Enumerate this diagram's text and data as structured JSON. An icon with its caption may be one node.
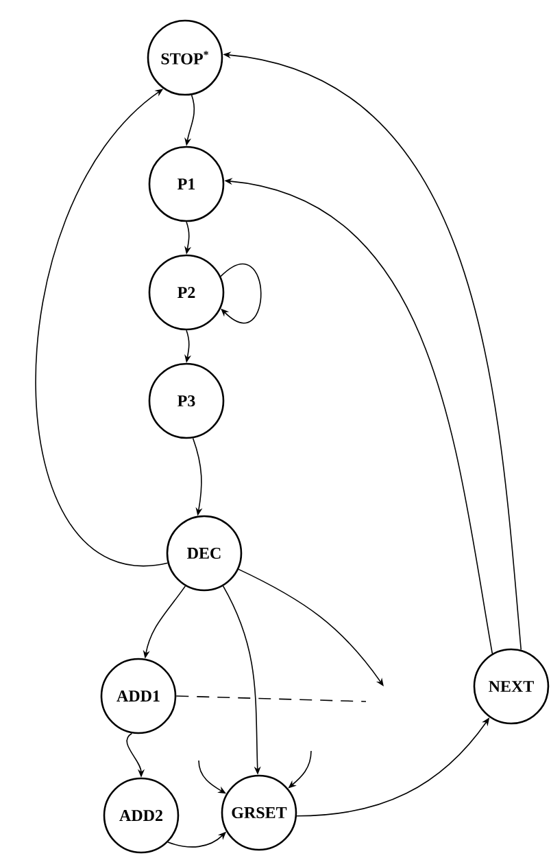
{
  "diagram": {
    "nodes": [
      {
        "text": [
          "STOP$^{*}$"
        ]
      },
      {
        "text": [
          "P1"
        ]
      },
      {
        "text": [
          "P2"
        ]
      },
      {
        "text": [
          "P3"
        ]
      },
      {
        "text": [
          "DEC"
        ]
      },
      {
        "text": [
          "ADD1"
        ]
      },
      {
        "text": [
          "ADD2"
        ]
      },
      {
        "text": [
          "GRSET"
        ]
      },
      {
        "text": [
          "NEXT"
        ]
      }
    ],
    "edges": [
      {
        "from": 0,
        "to": 1,
        "arrow": "to"
      },
      {
        "from": 1,
        "to": 2,
        "arrow": "to"
      },
      {
        "from": 2,
        "to": 2,
        "arrow": "to"
      },
      {
        "from": 2,
        "to": 3,
        "arrow": "to"
      },
      {
        "from": 3,
        "to": 4,
        "arrow": "to"
      },
      {
        "from": 4,
        "to": 0,
        "arrow": "to"
      },
      {
        "from": 4,
        "to": 5,
        "arrow": "to"
      },
      {
        "from": 4,
        "to": 7,
        "arrow": "to"
      },
      {
        "from": 4,
        "to": null,
        "arrow": "to"
      },
      {
        "from": 5,
        "to": 6,
        "arrow": "to"
      },
      {
        "from": 6,
        "to": 7,
        "arrow": "to"
      },
      {
        "from": null,
        "to": 7,
        "arrow": "to"
      },
      {
        "from": null,
        "to": 7,
        "arrow": "to"
      },
      {
        "from": 7,
        "to": 8,
        "arrow": "to"
      },
      {
        "from": 8,
        "to": 1,
        "arrow": "to"
      },
      {
        "from": 8,
        "to": 0,
        "arrow": "to"
      },
      {
        "from": 5,
        "to": null,
        "arrow": "none",
        "style": "dashed"
      }
    ]
  }
}
